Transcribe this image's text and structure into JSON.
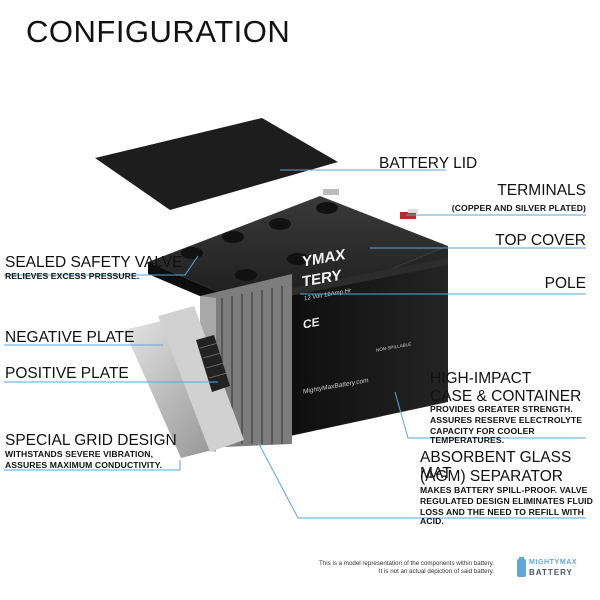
{
  "title": "CONFIGURATION",
  "labels": {
    "battery_lid": "BATTERY LID",
    "terminals": "TERMINALS",
    "terminals_sub": "(COPPER AND SILVER PLATED)",
    "top_cover": "TOP COVER",
    "sealed_valve": "SEALED SAFETY VALVE",
    "sealed_valve_sub": "RELIEVES EXCESS PRESSURE.",
    "pole": "POLE",
    "negative_plate": "NEGATIVE PLATE",
    "positive_plate": "POSITIVE PLATE",
    "case_line1": "HIGH-IMPACT",
    "case_line2": "CASE & CONTAINER",
    "case_sub1": "PROVIDES GREATER STRENGTH.",
    "case_sub2": "ASSURES RESERVE ELECTROLYTE",
    "case_sub3": "CAPACITY FOR COOLER TEMPERATURES.",
    "grid_design": "SPECIAL GRID DESIGN",
    "grid_sub1": "WITHSTANDS SEVERE VIBRATION,",
    "grid_sub2": "ASSURES MAXIMUM CONDUCTIVITY.",
    "agm_line1": "ABSORBENT GLASS MAT",
    "agm_line2": "(AGM) SEPARATOR",
    "agm_sub1": "MAKES BATTERY SPILL-PROOF. VALVE",
    "agm_sub2": "REGULATED DESIGN ELIMINATES FLUID",
    "agm_sub3": "LOSS AND THE NEED TO REFILL WITH ACID."
  },
  "battery_face": {
    "brand1": "YMAX",
    "brand2": "TERY",
    "spec": "12 Volt 12Amp Hr",
    "url": "MightyMaxBattery.com",
    "nonspill": "NON-SPILLABLE"
  },
  "footer": {
    "line1": "This is a model representation of the components within battery.",
    "line2": "It is not an actual depiction of said battery."
  },
  "logo": {
    "word1": "MIGHTYMAX",
    "word2": "BATTERY"
  },
  "colors": {
    "leader_line": "#5aa7d8",
    "lid": "#1c1c1c",
    "case": "#151515",
    "plate": "#bdbdbd",
    "terminal_red": "#c0272d"
  }
}
